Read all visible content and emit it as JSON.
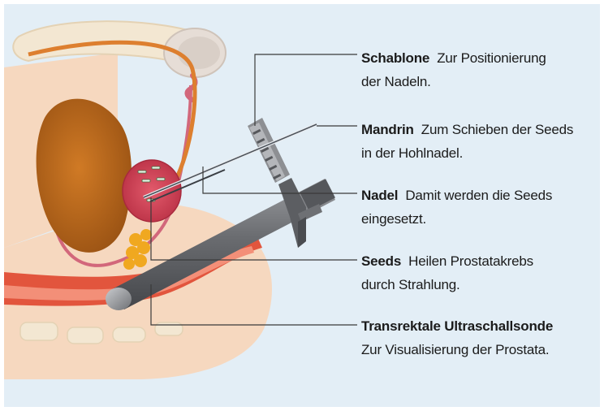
{
  "annotations": [
    {
      "term": "Schablone",
      "desc_line1": "Zur Positionierung",
      "desc_line2": "der Nadeln."
    },
    {
      "term": "Mandrin",
      "desc_line1": "Zum Schieben der Seeds",
      "desc_line2": "in der Hohlnadel."
    },
    {
      "term": "Nadel",
      "desc_line1": "Damit werden die Seeds",
      "desc_line2": "eingesetzt."
    },
    {
      "term": "Seeds",
      "desc_line1": "Heilen Prostatakrebs",
      "desc_line2": "durch Strahlung."
    },
    {
      "term": "Transrektale Ultraschallsonde",
      "desc_line1": "",
      "desc_line2": "Zur Visualisierung der Prostata."
    }
  ],
  "colors": {
    "background": "#e3eef6",
    "skin": "#f6d8bf",
    "bladder": "#c7701f",
    "prostate": "#d83f52",
    "rectum": "#e2553d",
    "urethra": "#dd7f2f",
    "probe": "#6e7074",
    "seeds": "#f0a820"
  }
}
